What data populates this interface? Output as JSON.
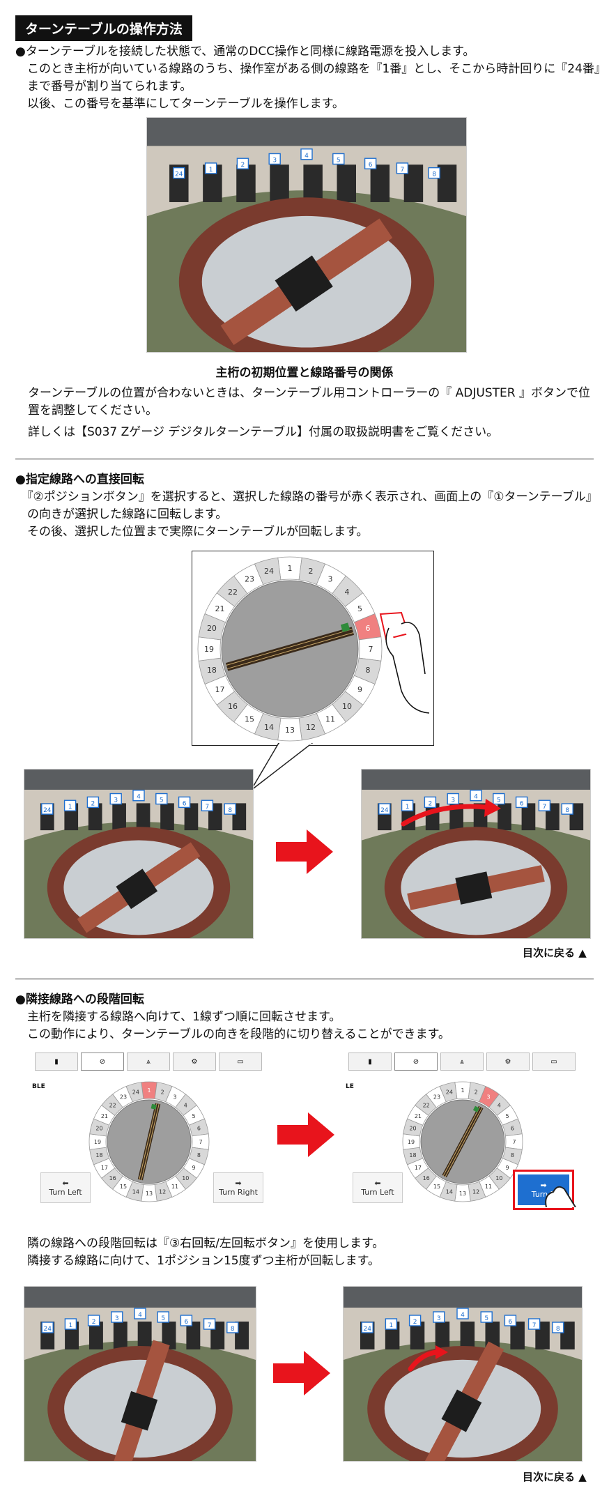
{
  "title": "ターンテーブルの操作方法",
  "section1": {
    "lines": [
      "●ターンテーブルを接続した状態で、通常のDCC操作と同様に線路電源を投入します。",
      "　このとき主桁が向いている線路のうち、操作室がある側の線路を『1番』とし、そこから時計回りに『24番』",
      "　まで番号が割り当てられます。",
      "　以後、この番号を基準にしてターンテーブルを操作します。"
    ],
    "caption": "主桁の初期位置と線路番号の関係",
    "notes": [
      "ターンテーブルの位置が合わないときは、ターンテーブル用コントローラーの『 ADJUSTER 』ボタンで位",
      "置を調整してください。",
      "詳しくは【S037 Zゲージ デジタルターンテーブル】付属の取扱説明書をご覧ください。"
    ]
  },
  "section2": {
    "lines": [
      "●指定線路への直接回転",
      "　『②ポジションボタン』を選択すると、選択した線路の番号が赤く表示され、画面上の『①ターンテーブル』",
      "　の向きが選択した線路に回転します。",
      "　その後、選択した位置まで実際にターンテーブルが回転します。"
    ],
    "back": "目次に戻る ▲"
  },
  "section3": {
    "lines": [
      "●隣接線路への段階回転",
      "　主桁を隣接する線路へ向けて、1線ずつ順に回転させます。",
      "　この動作により、ターンテーブルの向きを段階的に切り替えることができます。"
    ],
    "turn_left": "Turn Left",
    "turn_right": "Turn Right",
    "turn_right_partial": "Turn R",
    "ui_label": "BLE",
    "ui_label2": "LE",
    "lines2": [
      "　隣の線路への段階回転は『③右回転/左回転ボタン』を使用します。",
      "　隣接する線路に向けて、1ポジション15度ずつ主桁が回転します。"
    ],
    "back": "目次に戻る ▲"
  },
  "track_numbers": [
    "1",
    "2",
    "3",
    "4",
    "5",
    "6",
    "7",
    "8",
    "9",
    "10",
    "11",
    "12",
    "13",
    "14",
    "15",
    "16",
    "17",
    "18",
    "19",
    "20",
    "21",
    "22",
    "23",
    "24"
  ],
  "photo_labels": [
    "24",
    "1",
    "2",
    "3",
    "4",
    "5",
    "6",
    "7",
    "8"
  ],
  "colors": {
    "accent_red": "#e8141c",
    "selected_pink": "#f08080",
    "button_blue": "#1e6fd0"
  }
}
